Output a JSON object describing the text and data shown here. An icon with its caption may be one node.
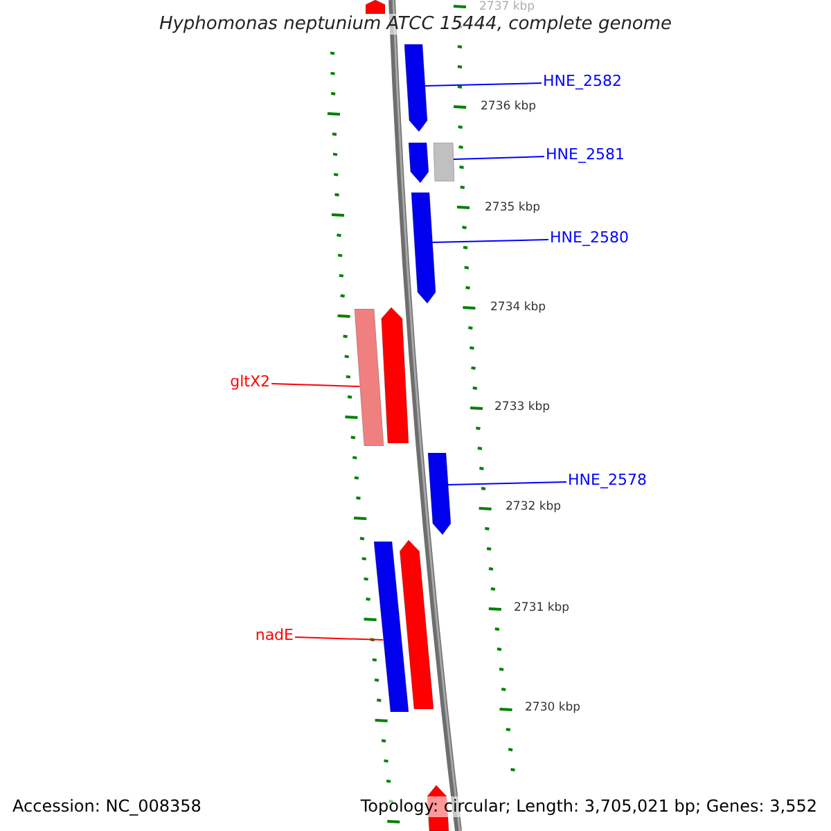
{
  "diagram": {
    "title": "Hyphomonas neptunium ATCC 15444, complete genome",
    "nodes": [
      {
        "text": [],
        "shape": "arrow"
      },
      {
        "text": [
          "HNE_2582"
        ]
      },
      {
        "text": [],
        "shape": "arrow"
      },
      {
        "text": [
          "HNE_2581"
        ]
      },
      {
        "text": [],
        "shape": "arrow"
      },
      {
        "text": [],
        "shape": "bar"
      },
      {
        "text": [
          "HNE_2580"
        ]
      },
      {
        "text": [],
        "shape": "arrow"
      },
      {
        "text": [
          "gltX2"
        ]
      },
      {
        "text": [],
        "shape": "bar"
      },
      {
        "text": [],
        "shape": "arrow"
      },
      {
        "text": [
          "HNE_2578"
        ]
      },
      {
        "text": [],
        "shape": "arrow"
      },
      {
        "text": [
          "nadE"
        ]
      },
      {
        "text": [],
        "shape": "bar"
      },
      {
        "text": [],
        "shape": "arrow"
      },
      {
        "text": [],
        "shape": "arrow"
      }
    ],
    "edges": [
      {
        "from": 1,
        "to": 2,
        "arrow": "none"
      },
      {
        "from": 3,
        "to": 5,
        "arrow": "none"
      },
      {
        "from": 6,
        "to": 7,
        "arrow": "none"
      },
      {
        "from": 8,
        "to": 9,
        "arrow": "none",
        "color": "#ff0000"
      },
      {
        "from": 11,
        "to": 12,
        "arrow": "none"
      },
      {
        "from": 13,
        "to": 14,
        "arrow": "none",
        "color": "#ff0000"
      }
    ],
    "labels": [
      "2737 kbp",
      "2736 kbp",
      "2735 kbp",
      "2734 kbp",
      "2733 kbp",
      "2732 kbp",
      "2731 kbp",
      "2730 kbp",
      "Accession: NC_008358",
      "Topology: circular; Length: 3,705,021 bp; Genes: 3,552"
    ]
  }
}
